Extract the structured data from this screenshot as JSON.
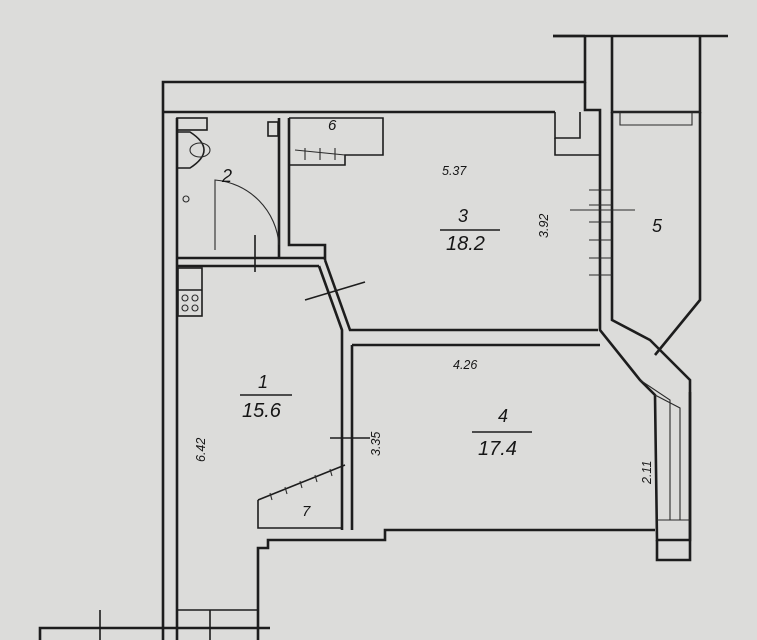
{
  "floor_plan": {
    "rooms": [
      {
        "number": "1",
        "area": "15.6"
      },
      {
        "number": "2",
        "area": ""
      },
      {
        "number": "3",
        "area": "18.2"
      },
      {
        "number": "4",
        "area": "17.4"
      },
      {
        "number": "5",
        "area": ""
      },
      {
        "number": "6",
        "area": ""
      },
      {
        "number": "7",
        "area": ""
      }
    ],
    "dimensions": {
      "room3_width": "5.37",
      "room3_depth": "3.92",
      "room4_width": "4.26",
      "room4_depth": "3.35",
      "room1_depth": "6.42",
      "balcony_depth": "2.11"
    }
  }
}
